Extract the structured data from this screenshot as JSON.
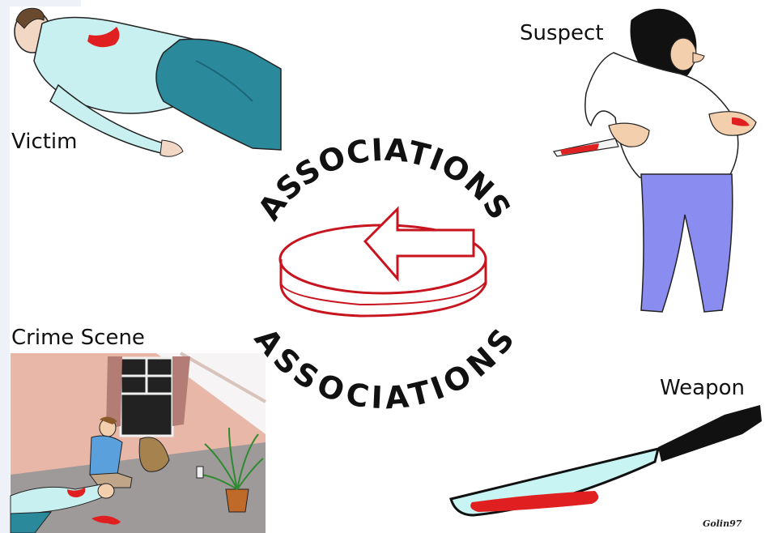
{
  "labels": {
    "victim": "Victim",
    "suspect": "Suspect",
    "crime_scene": "Crime Scene",
    "weapon": "Weapon"
  },
  "center": {
    "ring_text_top": "ASSOCIATIONS",
    "ring_text_bottom": "ASSOCIATIONS"
  },
  "signature": "Golin97",
  "colors": {
    "blood": "#e02020",
    "arrow": "#c8141e",
    "shirt": "#c9f0f0",
    "pants_victim": "#2a8a9c",
    "pants_suspect": "#8a8cf0",
    "wall": "#e8b7a8",
    "floor": "#9e9a9a"
  }
}
